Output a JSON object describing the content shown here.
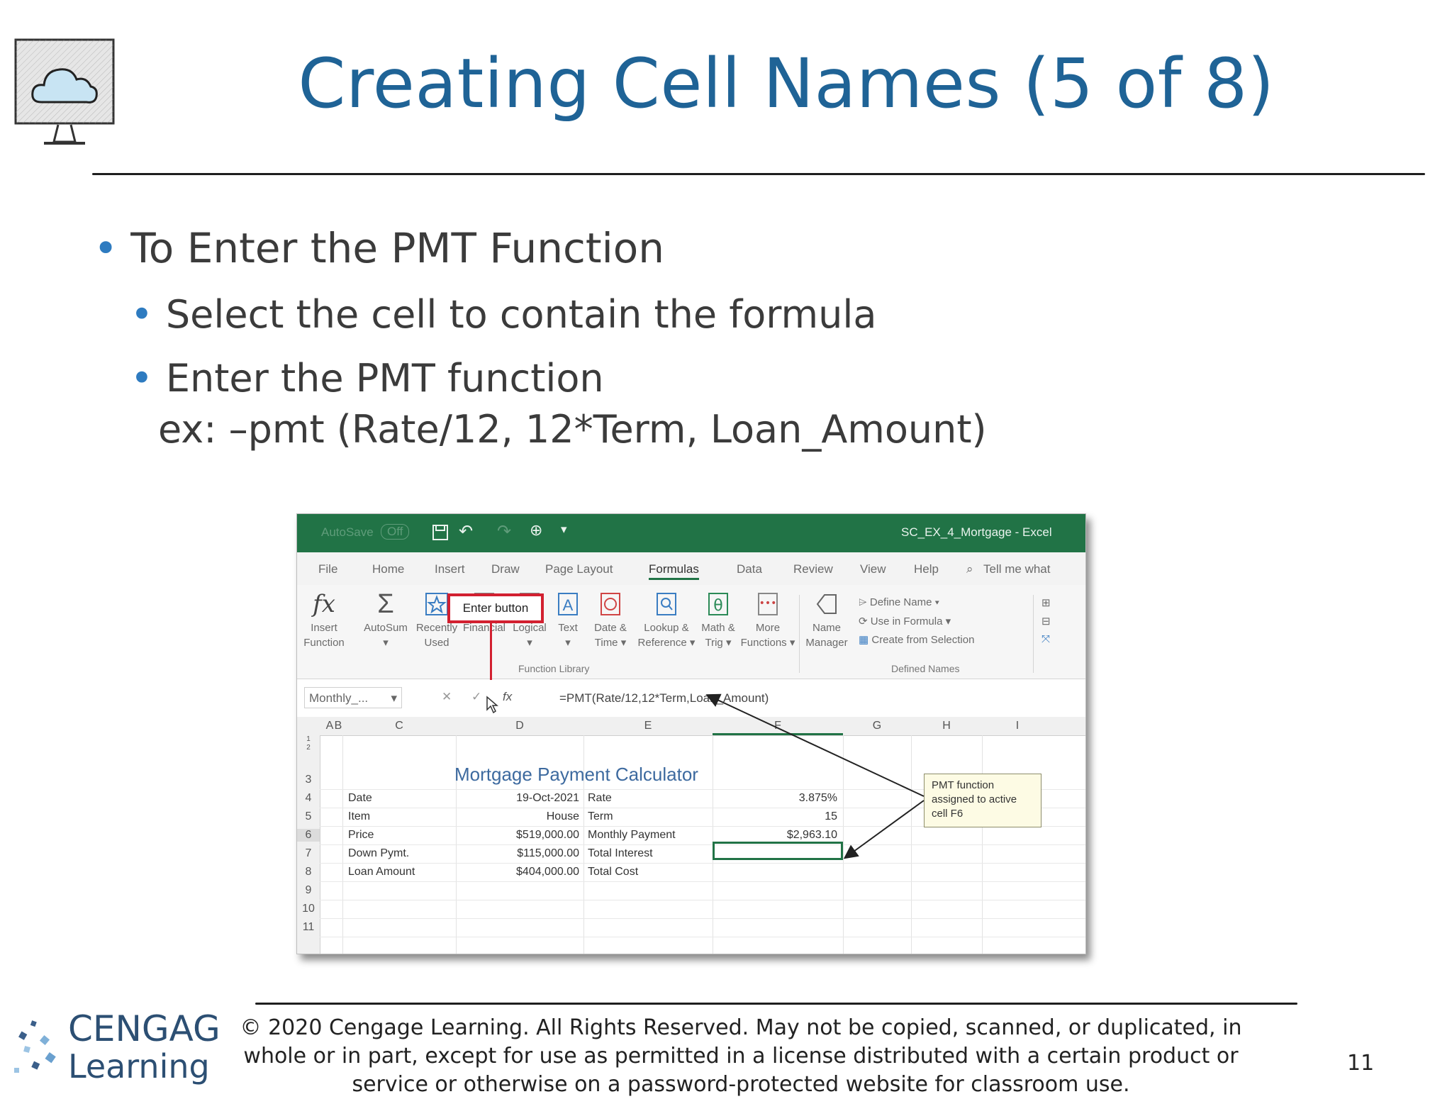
{
  "slide": {
    "title": "Creating Cell Names (5 of 8)",
    "bullets": [
      {
        "text": "To Enter the PMT Function"
      },
      {
        "text": "Select the cell to contain the formula"
      },
      {
        "text": "Enter the PMT function",
        "example": "ex: –pmt (Rate/12, 12*Term, Loan_Amount)"
      }
    ],
    "page_number": "11"
  },
  "excel": {
    "window_title": "SC_EX_4_Mortgage - Excel",
    "autosave_label": "AutoSave",
    "autosave_state": "Off",
    "menu": [
      "File",
      "Home",
      "Insert",
      "Draw",
      "Page Layout",
      "Formulas",
      "Data",
      "Review",
      "View",
      "Help"
    ],
    "tell_me": "Tell me what",
    "ribbon": {
      "insert_function": [
        "Insert",
        "Function"
      ],
      "autosum": [
        "AutoSum"
      ],
      "recently_used": [
        "Recently",
        "Used"
      ],
      "financial": [
        "Financial"
      ],
      "logical": [
        "Logical"
      ],
      "text": [
        "Text"
      ],
      "date_time": [
        "Date &",
        "Time"
      ],
      "lookup": [
        "Lookup &",
        "Reference"
      ],
      "math": [
        "Math &",
        "Trig"
      ],
      "more": [
        "More",
        "Functions"
      ],
      "name_manager": [
        "Name",
        "Manager"
      ],
      "define_name": "Define Name",
      "use_in_formula": "Use in Formula",
      "create_from_selection": "Create from Selection",
      "group_function_library": "Function Library",
      "group_defined_names": "Defined Names"
    },
    "enter_callout": "Enter button",
    "namebox": "Monthly_...",
    "fx_label": "fx",
    "formula": "=PMT(Rate/12,12*Term,Loan_Amount)",
    "columns": [
      "A",
      "B",
      "C",
      "D",
      "E",
      "F",
      "G",
      "H",
      "I"
    ],
    "rows": [
      "1",
      "2",
      "3",
      "4",
      "5",
      "6",
      "7",
      "8",
      "9",
      "10",
      "11"
    ],
    "sheet_title": "Mortgage Payment Calculator",
    "table": [
      {
        "label": "Date",
        "value": "19-Oct-2021",
        "label2": "Rate",
        "value2": "3.875%"
      },
      {
        "label": "Item",
        "value": "House",
        "label2": "Term",
        "value2": "15"
      },
      {
        "label": "Price",
        "value": "$519,000.00",
        "label2": "Monthly Payment",
        "value2": "$2,963.10"
      },
      {
        "label": "Down Pymt.",
        "value": "$115,000.00",
        "label2": "Total Interest",
        "value2": ""
      },
      {
        "label": "Loan Amount",
        "value": "$404,000.00",
        "label2": "Total Cost",
        "value2": ""
      }
    ],
    "pmt_callout": "PMT function assigned to active cell F6"
  },
  "footer": {
    "logo_line1": "CENGAGE",
    "logo_line2": "Learning",
    "copyright": "© 2020 Cengage Learning. All Rights Reserved. May not be copied, scanned, or duplicated, in whole or in part, except for use as permitted in a license distributed with a certain product or service or otherwise on a password-protected website for classroom use."
  },
  "colors": {
    "title": "#1f6396",
    "bullet": "#2e7bc0",
    "excel_green": "#217346",
    "callout_red": "#d22030"
  }
}
